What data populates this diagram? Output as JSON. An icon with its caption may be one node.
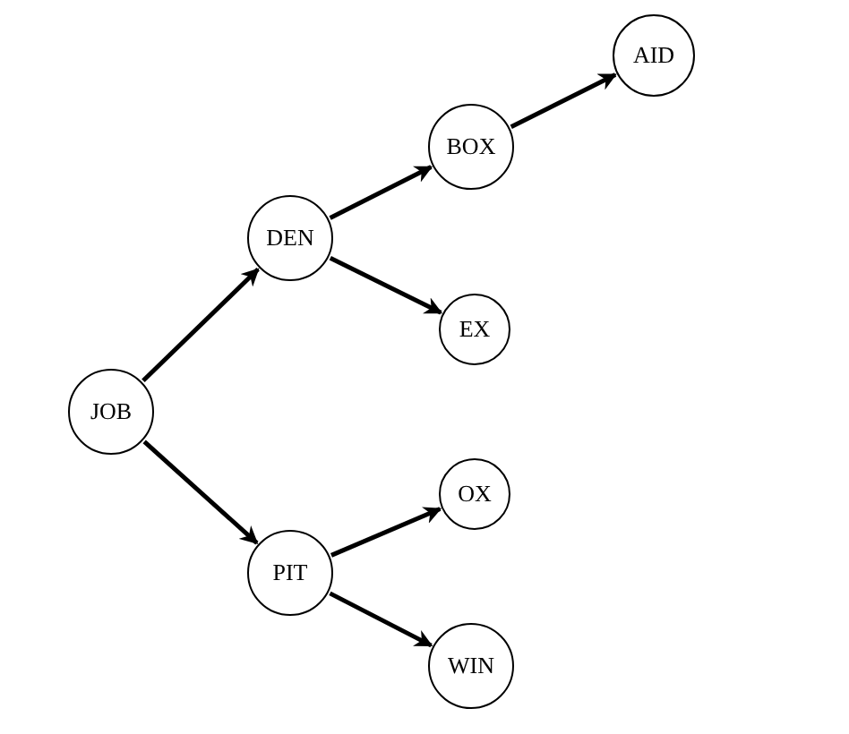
{
  "diagram": {
    "nodes": [
      {
        "text": [
          "JOB"
        ]
      },
      {
        "text": [
          "DEN"
        ]
      },
      {
        "text": [
          "BOX"
        ]
      },
      {
        "text": [
          "AID"
        ]
      },
      {
        "text": [
          "EX"
        ]
      },
      {
        "text": [
          "PIT"
        ]
      },
      {
        "text": [
          "OX"
        ]
      },
      {
        "text": [
          "WIN"
        ]
      }
    ],
    "edges": [
      {
        "from": 0,
        "to": 1,
        "arrow": "to"
      },
      {
        "from": 1,
        "to": 2,
        "arrow": "to"
      },
      {
        "from": 2,
        "to": 3,
        "arrow": "to"
      },
      {
        "from": 1,
        "to": 4,
        "arrow": "to"
      },
      {
        "from": 0,
        "to": 5,
        "arrow": "to"
      },
      {
        "from": 5,
        "to": 6,
        "arrow": "to"
      },
      {
        "from": 5,
        "to": 7,
        "arrow": "to"
      }
    ]
  }
}
